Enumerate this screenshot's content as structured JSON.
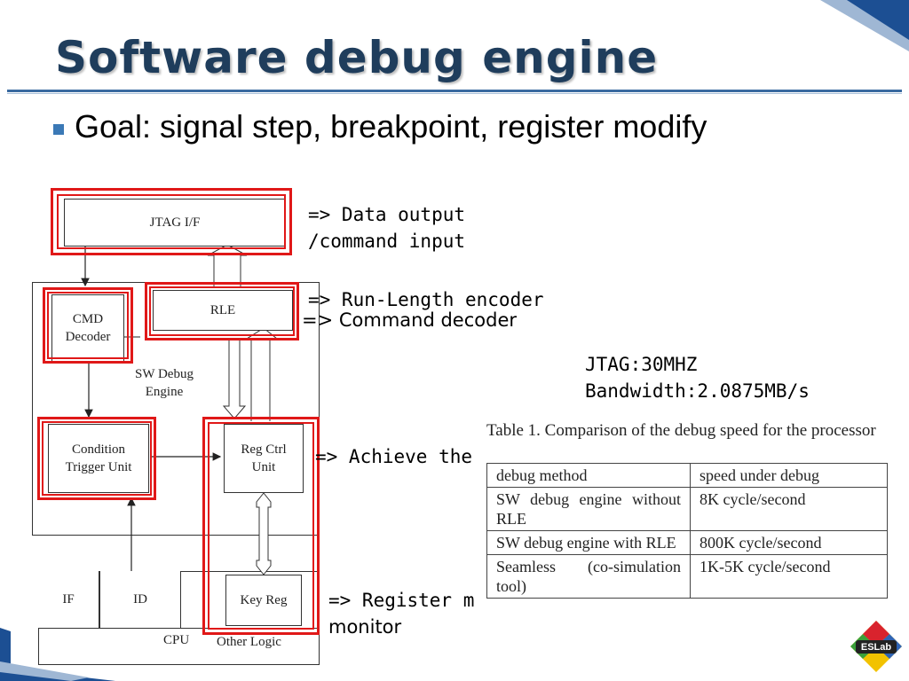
{
  "title": "Software debug engine",
  "bullet": "Goal: signal step, breakpoint, register modify",
  "diagram": {
    "jtag": "JTAG I/F",
    "rle": "RLE",
    "cmd_decoder": [
      "CMD",
      "Decoder"
    ],
    "engine": [
      "SW Debug",
      "Engine"
    ],
    "condition": [
      "Condition",
      "Trigger Unit"
    ],
    "regctrl": [
      "Reg Ctrl",
      "Unit"
    ],
    "if": "IF",
    "id": "ID",
    "keyreg": "Key Reg",
    "cpu": "CPU",
    "other_logic": "Other Logic"
  },
  "notes": {
    "jtag_1": "=> Data output",
    "jtag_2": "/command input",
    "rle": "=> Run-Length encoder",
    "cmd": "=> Command decoder",
    "speed_1": "JTAG:30MHZ",
    "speed_2": "Bandwidth:2.0875MB/s",
    "achieve": "=> Achieve the",
    "register_1": "=> Register m",
    "register_2": "monitor"
  },
  "table": {
    "caption": "Table 1. Comparison of the debug speed for the processor",
    "headers": [
      "debug method",
      "speed under debug"
    ],
    "rows": [
      [
        "SW debug engine without RLE",
        "8K cycle/second"
      ],
      [
        "SW debug engine with RLE",
        "800K cycle/second"
      ],
      [
        "Seamless (co-simulation tool)",
        "1K-5K cycle/second"
      ]
    ]
  },
  "logo": "ESLab",
  "colors": {
    "title": "#1f3d5c",
    "highlight": "#e01818",
    "bullet": "#3b79b6",
    "corner": "#1c4f93"
  }
}
